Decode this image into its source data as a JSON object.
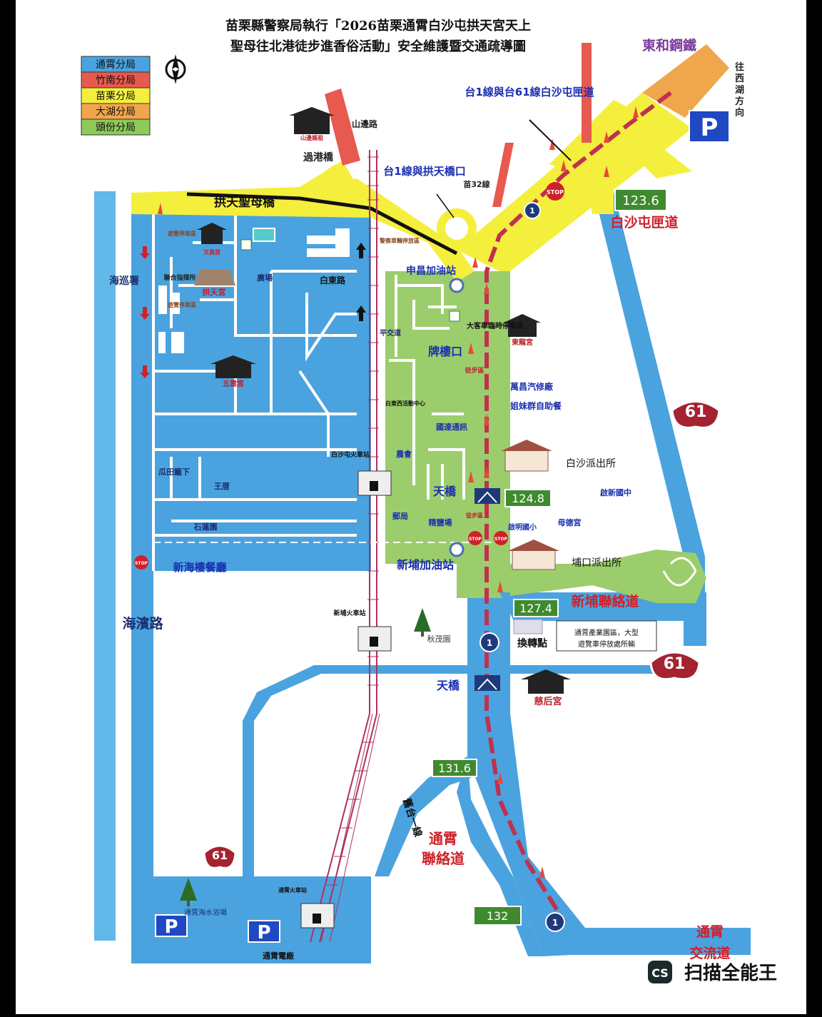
{
  "title": {
    "line1": "苗栗縣警察局執行「2026苗栗通霄白沙屯拱天宮天上",
    "line2": "聖母往北港徒步進香俗活動」安全維護暨交通疏導圖"
  },
  "legend": [
    {
      "label": "通霄分局",
      "color": "#4aa3df"
    },
    {
      "label": "竹南分局",
      "color": "#e8594f"
    },
    {
      "label": "苗栗分局",
      "color": "#f4ef3d"
    },
    {
      "label": "大湖分局",
      "color": "#f0a64b"
    },
    {
      "label": "頭份分局",
      "color": "#8ec95a"
    }
  ],
  "colors": {
    "water": "#62b8e8",
    "zone_blue": "#4aa3df",
    "zone_green": "#9ccd6c",
    "road_yellow": "#f4ef3d",
    "route_red": "#c0314f",
    "rail": "#b0305e",
    "sign_green": "#3f8a2e"
  },
  "labels": {
    "donghe_steel": "東和鋼鐵",
    "to_xihu": "往西湖方向",
    "t1_t61_ramp": "台1線與台61線白沙屯匣道",
    "t1_bridge_entrance": "台1線與拱天橋口",
    "miao32": "苗32線",
    "shanbian_road": "山邊路",
    "guogang_bridge": "過港橋",
    "shanbian_temple": "山邊媽祖",
    "gongtian_bridge": "拱天聖母橋",
    "baisha_ramp": "白沙屯匣道",
    "coast_guard": "海巡署",
    "parking_area_1": "遊覽停車區",
    "parking_area_2": "遊覽停車區",
    "wenwu_temple": "文昌宮",
    "joint_command": "聯合指揮所",
    "gongtian_temple": "拱天宮",
    "plaza": "廣場",
    "baidong_road": "白東路",
    "police_parking": "警察車輛停放區",
    "shenchang_gas": "申昌加油站",
    "level_crossing": "平交道",
    "donglong_temple": "東龍宮",
    "pailou": "牌樓口",
    "big_car_parking": "大客車臨時停車區",
    "walking_zone_1": "徒步區",
    "wanchang_repair": "萬昌汽修廠",
    "sisters_buffet": "姐妹群自助餐",
    "yuyun_temple": "五雲宮",
    "activity_center": "白東西活動中心",
    "guoshu_comm": "國達通訊",
    "farm_assoc": "農會",
    "baisha_police": "白沙派出所",
    "qixin_school": "啟新國中",
    "guatian": "瓜田籬下",
    "wangchou": "王厝",
    "baishatun_station": "白沙屯火車站",
    "skybridge_1": "天橋",
    "post_office": "郵局",
    "salt_field": "精鹽場",
    "walking_zone_2": "徒步區",
    "qiming_school": "啟明國小",
    "mude_temple": "母德宮",
    "shilian": "石蓮園",
    "xinpu_gas": "新埔加油站",
    "bukou_police": "埔口派出所",
    "xinhailou": "新海樓餐廳",
    "xinpu_connector": "新埔聯絡道",
    "binhai_road": "海濱路",
    "xinpu_station": "新埔火車站",
    "qiumao_garden": "秋茂園",
    "transfer_point": "換轉點",
    "bus_note": "通霄產業園區，大型遊覽車停放處所輛",
    "skybridge_2": "天橋",
    "cihou_temple": "慈后宮",
    "old_t1": "舊台一線",
    "tongxiao_connector": "通霄聯絡道",
    "tongxiao_beach": "通霄海水浴場",
    "tongxiao_station": "通霄火車站",
    "tongxiao_power": "通霄電廠",
    "tongxiao_interchange": "通霄交流道",
    "stop": "STOP",
    "parking": "P",
    "scanner": "扫描全能王"
  },
  "mileage": [
    "123.6",
    "124.8",
    "127.4",
    "131.6",
    "132"
  ],
  "route_shields": {
    "t1": "1",
    "t61": "61"
  }
}
